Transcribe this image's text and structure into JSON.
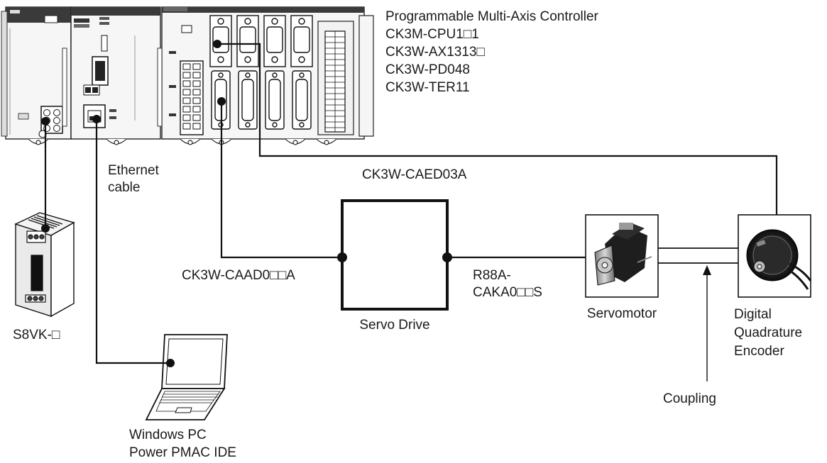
{
  "controller": {
    "title": "Programmable Multi-Axis Controller",
    "models": [
      "CK3M-CPU1□1",
      "CK3W-AX1313□",
      "CK3W-PD048",
      "CK3W-TER11"
    ]
  },
  "ethernet_cable": [
    "Ethernet",
    "cable"
  ],
  "encoder_cable": "CK3W-CAED03A",
  "amp_cable": "CK3W-CAAD0□□A",
  "motor_cable": [
    "R88A-",
    "CAKA0□□S"
  ],
  "servo_drive": "Servo Drive",
  "servomotor": "Servomotor",
  "encoder": [
    "Digital",
    "Quadrature",
    "Encoder"
  ],
  "coupling": "Coupling",
  "power_supply": "S8VK-□",
  "pc": [
    "Windows PC",
    "Power PMAC IDE"
  ]
}
